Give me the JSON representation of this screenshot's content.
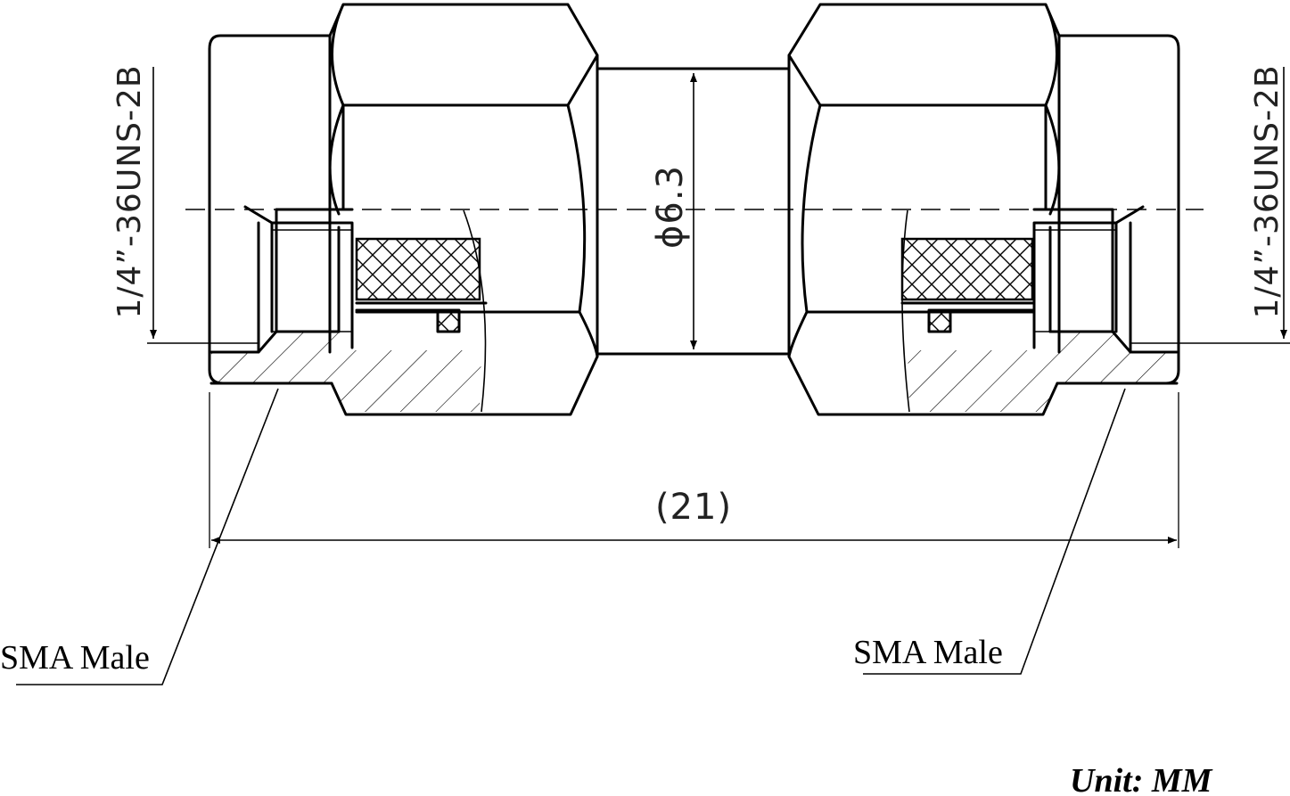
{
  "labels": {
    "thread_left": "1/4”-36UNS-2B",
    "thread_right": "1/4”-36UNS-2B",
    "diameter": "ϕ6.3",
    "length": "(21)",
    "callout_left": "SMA Male",
    "callout_right": "SMA Male",
    "unit": "Unit: MM"
  }
}
